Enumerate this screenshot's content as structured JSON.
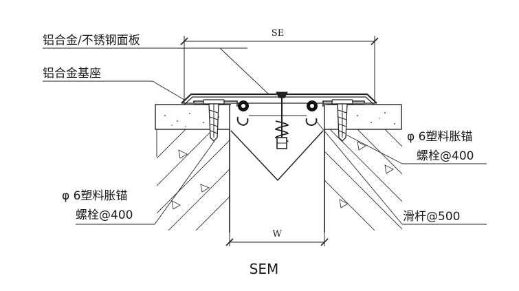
{
  "labels": {
    "panel": "铝合金/不锈钢面板",
    "base": "铝合金基座",
    "anchor_right_line1": "φ 6塑料胀锚",
    "anchor_right_line2": "螺栓@400",
    "anchor_left_line1": "φ 6塑料胀锚",
    "anchor_left_line2": "螺栓@400",
    "slide_bar": "滑杆@500"
  },
  "dimensions": {
    "top": "SE",
    "bottom": "W"
  },
  "caption": "SEM"
}
